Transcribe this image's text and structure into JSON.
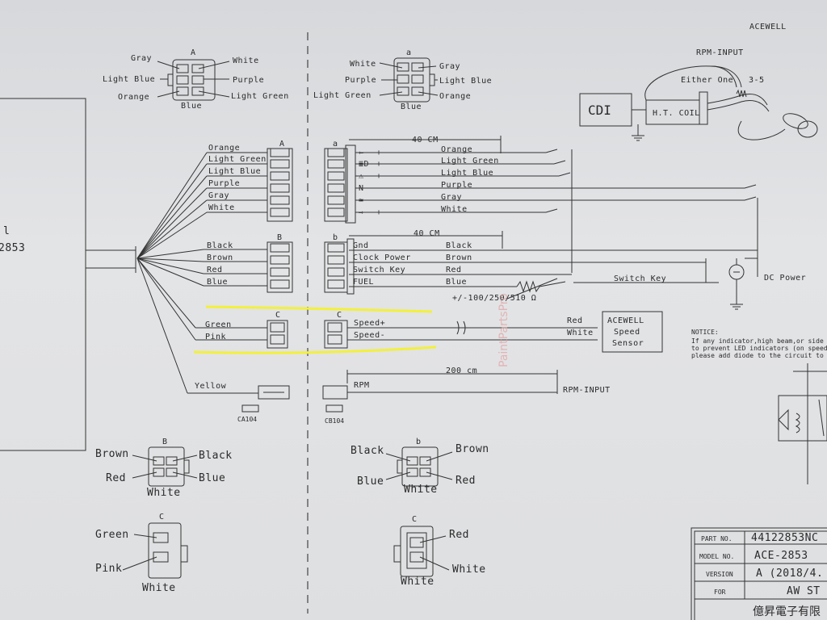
{
  "brand": "ACEWELL",
  "left_stub": {
    "line1": "l",
    "line2": "2853"
  },
  "connector_A_face": {
    "letter": "A",
    "top_left": "Gray",
    "top_right": "White",
    "mid_left": "Light Blue",
    "mid_right": "Purple",
    "bot_left": "Orange",
    "bot_right": "Light Green",
    "bottom": "Blue"
  },
  "connector_a_face": {
    "letter": "a",
    "top_left": "White",
    "top_right": "Gray",
    "mid_left": "Purple",
    "mid_right": "Light Blue",
    "bot_left": "Light Green",
    "bot_right": "Orange",
    "bottom": "Blue"
  },
  "connector_A": {
    "letter": "A",
    "wires": [
      "Orange",
      "Light Green",
      "Light Blue",
      "Purple",
      "Gray",
      "White"
    ]
  },
  "connector_a": {
    "letter": "a",
    "symbols": [
      "⇦",
      "≣D",
      "⚠",
      "N",
      "≃",
      "⇨"
    ],
    "signs": [
      "+",
      "+",
      "+",
      "-",
      "-",
      "+"
    ],
    "wires": [
      "Orange",
      "Light Green",
      "Light Blue",
      "Purple",
      "Gray",
      "White"
    ],
    "length": "40 CM"
  },
  "connector_B": {
    "letter": "B",
    "wires": [
      "Black",
      "Brown",
      "Red",
      "Blue"
    ]
  },
  "connector_b": {
    "letter": "b",
    "pins": [
      "Gnd",
      "Clock Power",
      "Switch Key",
      "FUEL"
    ],
    "wires": [
      "Black",
      "Brown",
      "Red",
      "Blue"
    ],
    "length": "40 CM"
  },
  "connector_C": {
    "letter": "C",
    "wires": [
      "Green",
      "Pink"
    ]
  },
  "connector_c": {
    "letter": "C",
    "pins": [
      "Speed+",
      "Speed-"
    ]
  },
  "speed_sensor": {
    "wires": [
      "Red",
      "White"
    ],
    "label": [
      "ACEWELL",
      "Speed",
      "Sensor"
    ]
  },
  "rpm": {
    "left_wire": "Yellow",
    "pin": "RPM",
    "length": "200 cm",
    "input": "RPM-INPUT",
    "left_part": "CA104",
    "right_part": "CB104"
  },
  "resistor": "+/-100/250/510 Ω",
  "switch_key": "Switch Key",
  "dc_power": "DC Power",
  "ignition": {
    "cdi": "CDI",
    "coil": "H.T. COIL",
    "rpm_input": "RPM-INPUT",
    "either_one": "Either One",
    "turns": "3-5"
  },
  "notice": {
    "title": "NOTICE:",
    "lines": [
      "If any indicator,high beam,or side light is drive b",
      "to prevent LED indicators (on speedometer) bl",
      "please add diode to the circuit to stop reverse c"
    ]
  },
  "watermark": "PaintPartsPro",
  "bottom_B": {
    "letter": "B",
    "top_left": "Brown",
    "top_right": "Black",
    "bot_left": "Red",
    "bot_right": "Blue",
    "bottom": "White"
  },
  "bottom_b": {
    "letter": "b",
    "top_left": "Black",
    "top_right": "Brown",
    "bot_left": "Blue",
    "bot_right": "Red",
    "bottom": "White"
  },
  "bottom_C": {
    "letter": "C",
    "top": "Green",
    "mid": "Pink",
    "bottom": "White"
  },
  "bottom_c": {
    "letter": "C",
    "top": "Red",
    "mid": "White",
    "bottom": "White"
  },
  "title_block": {
    "rows": [
      {
        "key": "PART NO.",
        "value": "44122853NC"
      },
      {
        "key": "MODEL NO.",
        "value": "ACE-2853"
      },
      {
        "key": "VERSION",
        "value": "A (2018/4."
      },
      {
        "key": "FOR",
        "value": "AW ST"
      }
    ],
    "footer": "億昇電子有限"
  },
  "colors": {
    "line": "#333333",
    "highlight": "#f3f03a",
    "paper": "#dedfe1"
  }
}
